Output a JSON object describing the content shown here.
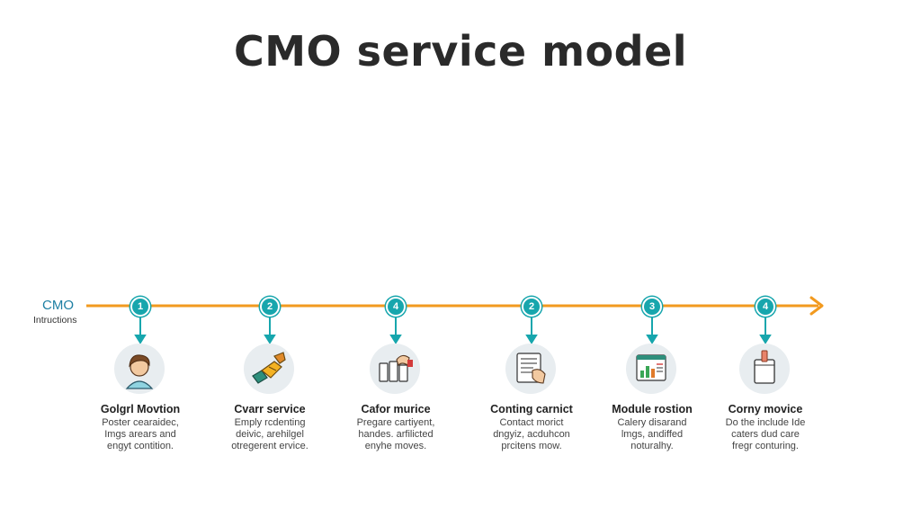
{
  "title": "CMO service model",
  "start": {
    "label": "CMO",
    "sublabel": "Intructions"
  },
  "colors": {
    "timeline": "#f29a1f",
    "accent": "#17a6ad",
    "icon_bg": "#e8edf0"
  },
  "steps": [
    {
      "number": "1",
      "icon": "person-avatar-icon",
      "title": "Golgrl Movtion",
      "lines": [
        "Poster cearaidec,",
        "Imgs arears and",
        "engyt contition."
      ]
    },
    {
      "number": "2",
      "icon": "handshake-icon",
      "title": "Cvarr service",
      "lines": [
        "Emply rcdenting",
        "deivic, arehilgel",
        "otregerent ervice."
      ]
    },
    {
      "number": "4",
      "icon": "hands-bottles-icon",
      "title": "Cafor murice",
      "lines": [
        "Pregare cartiyent,",
        "handes. arfilicted",
        "enyhe moves."
      ]
    },
    {
      "number": "2",
      "icon": "document-hand-icon",
      "title": "Conting carnict",
      "lines": [
        "Contact morict",
        "dngyiz, acduhcon",
        "prcitens mow."
      ]
    },
    {
      "number": "3",
      "icon": "report-chart-icon",
      "title": "Module rostion",
      "lines": [
        "Calery disarand",
        "lmgs, andiffed",
        "noturalhy."
      ]
    },
    {
      "number": "4",
      "icon": "package-bag-icon",
      "title": "Corny movice",
      "lines": [
        "Do the include Ide",
        "caters dud care",
        "fregr conturing."
      ]
    }
  ]
}
